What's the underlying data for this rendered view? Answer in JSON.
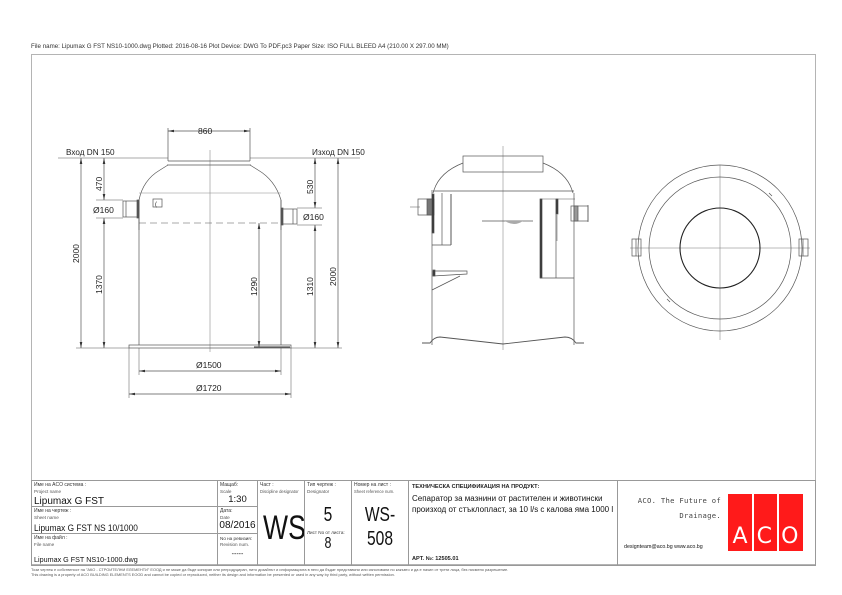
{
  "plot_header": {
    "text": "File name: Lipumax G FST NS10-1000.dwg   Plotted: 2016-08-16   Plot Device: DWG To PDF.pc3   Paper Size: ISO FULL BLEED A4 (210.00 X 297.00 MM)"
  },
  "drawing": {
    "front_view": {
      "inlet_label": "Вход DN 150",
      "outlet_label": "Изход DN 150",
      "dimensions": {
        "lid_width": "860",
        "inlet_top": "470",
        "inlet_pipe_dia": "Ø160",
        "total_height_left": "2000",
        "inlet_invert": "1370",
        "outlet_top": "530",
        "outlet_pipe_dia": "Ø160",
        "internal_level": "1290",
        "outlet_invert": "1310",
        "total_height_right": "2000",
        "body_dia": "Ø1500",
        "base_dia": "Ø1720"
      }
    },
    "section_view": {
      "label": ""
    },
    "plan_view": {
      "label": ""
    }
  },
  "title_block": {
    "project": {
      "caption_bg": "Име на ACO система :",
      "caption_en": "Project name",
      "value": "Lipumax G FST"
    },
    "sheet": {
      "caption_bg": "Име на чертеж :",
      "caption_en": "Sheet name",
      "value": "Lipumax G FST NS 10/1000"
    },
    "file": {
      "caption_bg": "Име на файл :",
      "caption_en": "File name",
      "value": "Lipumax G FST NS10-1000.dwg"
    },
    "scale": {
      "caption_bg": "Мащаб:",
      "caption_en": "Scale",
      "value": "1:30"
    },
    "date": {
      "caption_bg": "Дата:",
      "caption_en": "Date",
      "value": "08/2016"
    },
    "revision": {
      "caption_bg": "No на ревизия:",
      "caption_en": "Revision num.",
      "value": "-----"
    },
    "discipline": {
      "caption_bg": "Част :",
      "caption_en": "Discipline designator",
      "value": "WS"
    },
    "designator": {
      "caption_bg": "Тип чертеж :",
      "caption_en": "Designator",
      "value": "5",
      "sheet_caption": "Лист No от листа:",
      "sheet_value": "8"
    },
    "reference": {
      "caption_bg": "Номер на лист :",
      "caption_en": "Sheet reference num.",
      "value": "WS-508"
    },
    "spec": {
      "heading": "ТЕХНИЧЕСКА СПЕЦИФИКАЦИЯ НА ПРОДУКТ:",
      "text": "Сепаратор за мазнини от растителен и животински произход от стъклопласт, за 10 l/s с калова яма 1000 l",
      "article": "АРТ. №: 12505.01"
    },
    "brand": {
      "slogan_line1": "ACO. The Future of",
      "slogan_line2": "Drainage.",
      "contact": "designteam@aco.bg  www.aco.bg",
      "logo_text": "ACO",
      "logo_letters": [
        "A",
        "C",
        "O"
      ],
      "logo_color": "#ff1a1a"
    }
  },
  "footnote": {
    "line1": "Този чертеж е собственост на \"АКО - СТРОИТЕЛНИ ЕЛЕМЕНТИ\" ЕООД и не може да бъде копиран или репродуциран, нито дизайнът и информацията в него да бъдат представяни или използвани по какъвто и да е начин от трети лица, без писмено разрешение.",
    "line2": "This drawing is a property of ACO BUILDING ELEMENTS EOOD and cannot be copied or reproduced, neither its design and information be presented or used in any way by third party, without written permission."
  }
}
